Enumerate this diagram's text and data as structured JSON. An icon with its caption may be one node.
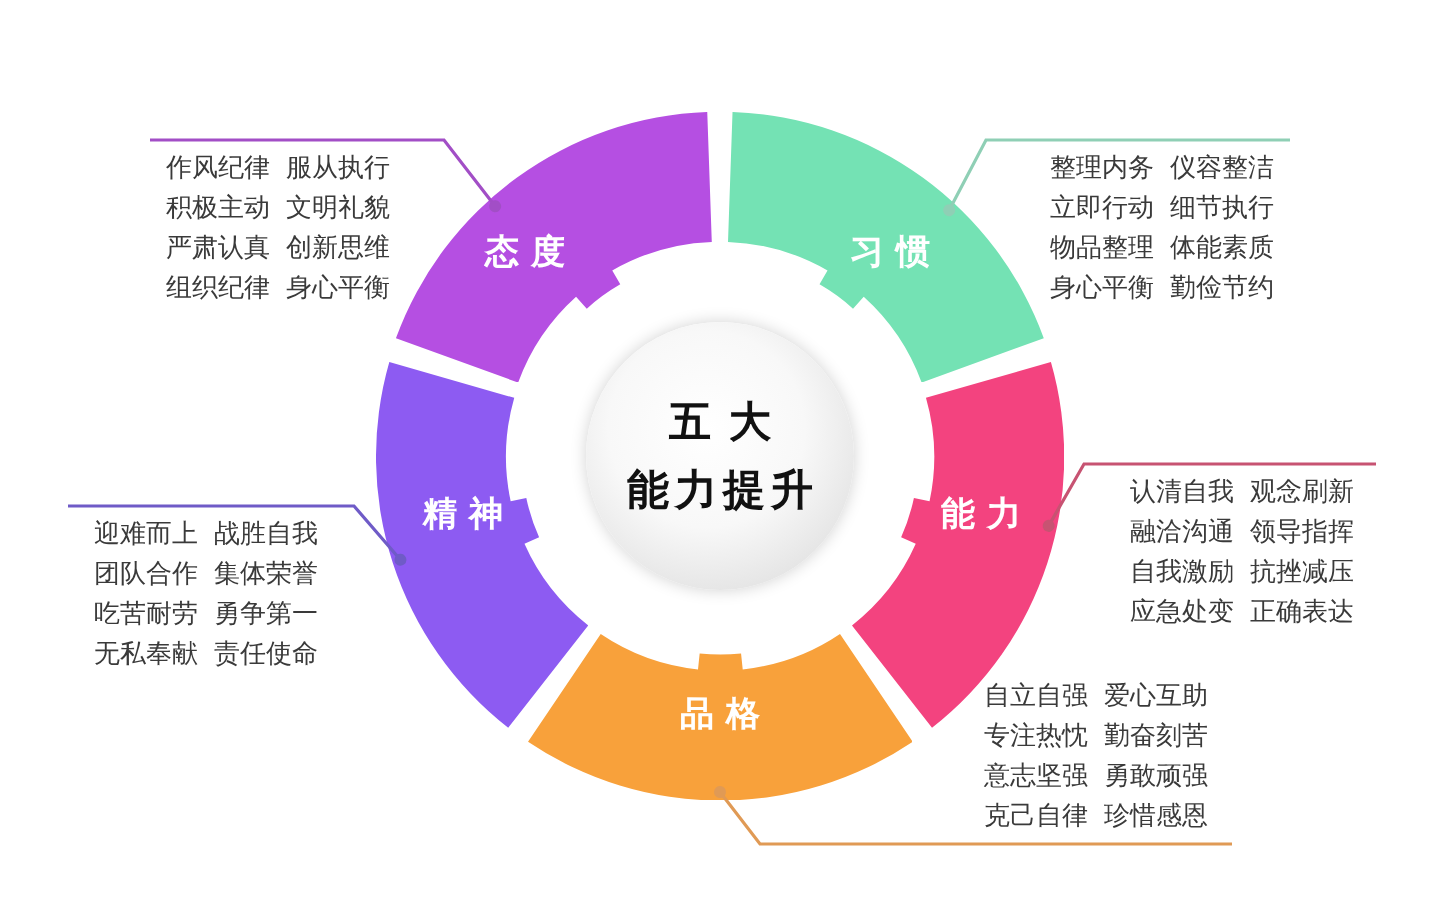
{
  "diagram": {
    "nodes": [
      {
        "text": [
          "作风纪律",
          "服从执行",
          "积极主动",
          "文明礼貌",
          "严肃认真",
          "创新思维",
          "组织纪律",
          "身心平衡"
        ]
      },
      {
        "text": [
          "态度"
        ]
      },
      {
        "text": [
          "习惯"
        ]
      },
      {
        "text": [
          "整理内务",
          "仪容整洁",
          "立即行动",
          "细节执行",
          "物品整理",
          "体能素质",
          "身心平衡",
          "勤俭节约"
        ]
      },
      {
        "text": [
          "五大",
          "能力提升"
        ]
      },
      {
        "text": [
          "迎难而上",
          "战胜自我",
          "团队合作",
          "集体荣誉",
          "吃苦耐劳",
          "勇争第一",
          "无私奉献",
          "责任使命"
        ]
      },
      {
        "text": [
          "精神"
        ]
      },
      {
        "text": [
          "能力"
        ]
      },
      {
        "text": [
          "认清自我",
          "观念刷新",
          "融洽沟通",
          "领导指挥",
          "自我激励",
          "抗挫减压",
          "应急处变",
          "正确表达"
        ]
      },
      {
        "text": [
          "品格"
        ]
      },
      {
        "text": [
          "自立自强",
          "爱心互助",
          "专注热忱",
          "勤奋刻苦",
          "意志坚强",
          "勇敢顽强",
          "克己自律",
          "珍惜感恩"
        ]
      }
    ],
    "edges": [
      {
        "from": 0,
        "to": 1,
        "arrow": "other",
        "color": "#a24ec6"
      },
      {
        "from": 3,
        "to": 2,
        "arrow": "other",
        "color": "#8fcfb5"
      },
      {
        "from": 5,
        "to": 6,
        "arrow": "other",
        "color": "#6f5bc7"
      },
      {
        "from": 8,
        "to": 7,
        "arrow": "other",
        "color": "#c75372"
      },
      {
        "from": 10,
        "to": 9,
        "arrow": "other",
        "color": "#e09a55"
      }
    ]
  }
}
